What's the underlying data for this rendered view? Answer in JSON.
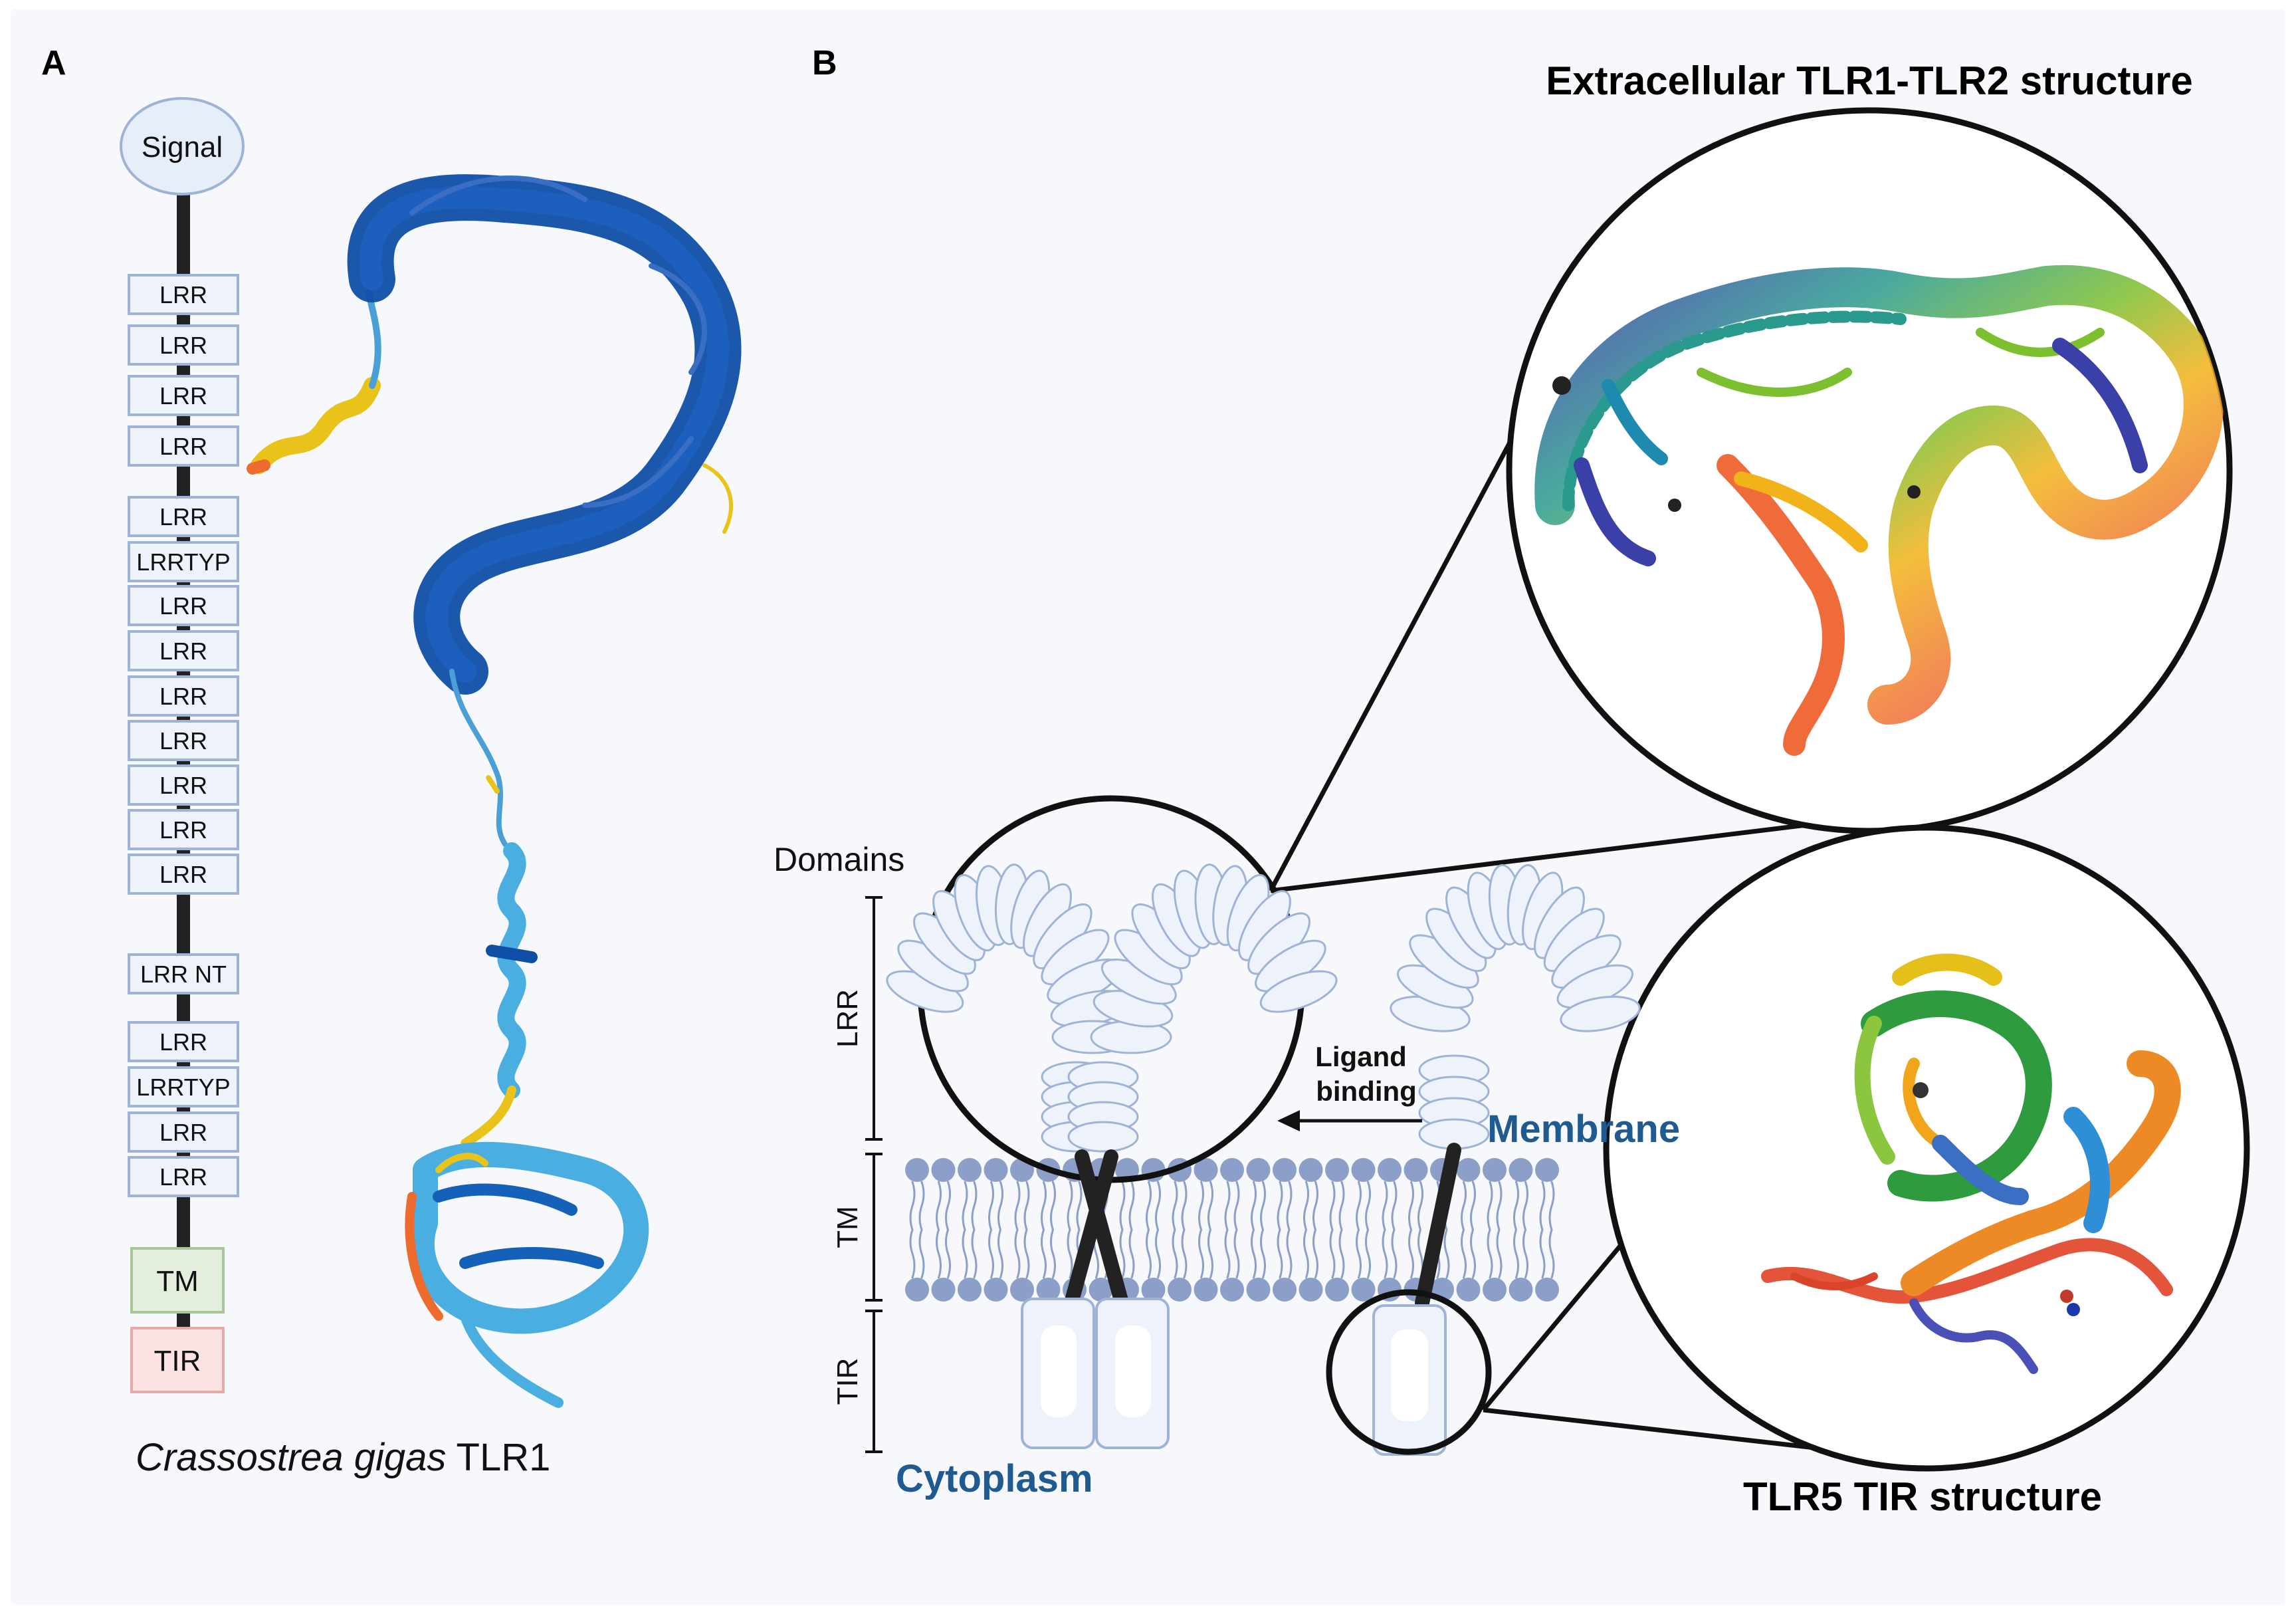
{
  "panel_a": {
    "label": "A",
    "signal_label": "Signal",
    "domains": [
      "LRR",
      "LRR",
      "LRR",
      "LRR",
      "LRR",
      "LRRTYP",
      "LRR",
      "LRR",
      "LRR",
      "LRR",
      "LRR",
      "LRR",
      "LRR",
      "LRR NT",
      "LRR",
      "LRRTYP",
      "LRR",
      "LRR"
    ],
    "tm_label": "TM",
    "tir_label": "TIR",
    "species_italic": "Crassostrea gigas",
    "protein_name": "TLR1"
  },
  "panel_b": {
    "label": "B",
    "domains_title": "Domains",
    "scale_labels": {
      "lrr": "LRR",
      "tm": "TM",
      "tir": "TIR"
    },
    "ligand_line1": "Ligand",
    "ligand_line2": "binding",
    "membrane_label": "Membrane",
    "cytoplasm_label": "Cytoplasm",
    "extracellular_title": "Extracellular TLR1-TLR2 structure",
    "tir_structure_title": "TLR5 TIR structure"
  },
  "colors": {
    "background": "#f6f8fc",
    "domain_fill": "#eef3fb",
    "domain_stroke": "#9eb3d6",
    "tm_fill": "#e3efdc",
    "tm_stroke": "#a7c79a",
    "tir_fill": "#fbe3e3",
    "tir_stroke": "#e8a9a9",
    "membrane_head": "#8c9fc9",
    "accent_blue": "#1f5a91"
  }
}
